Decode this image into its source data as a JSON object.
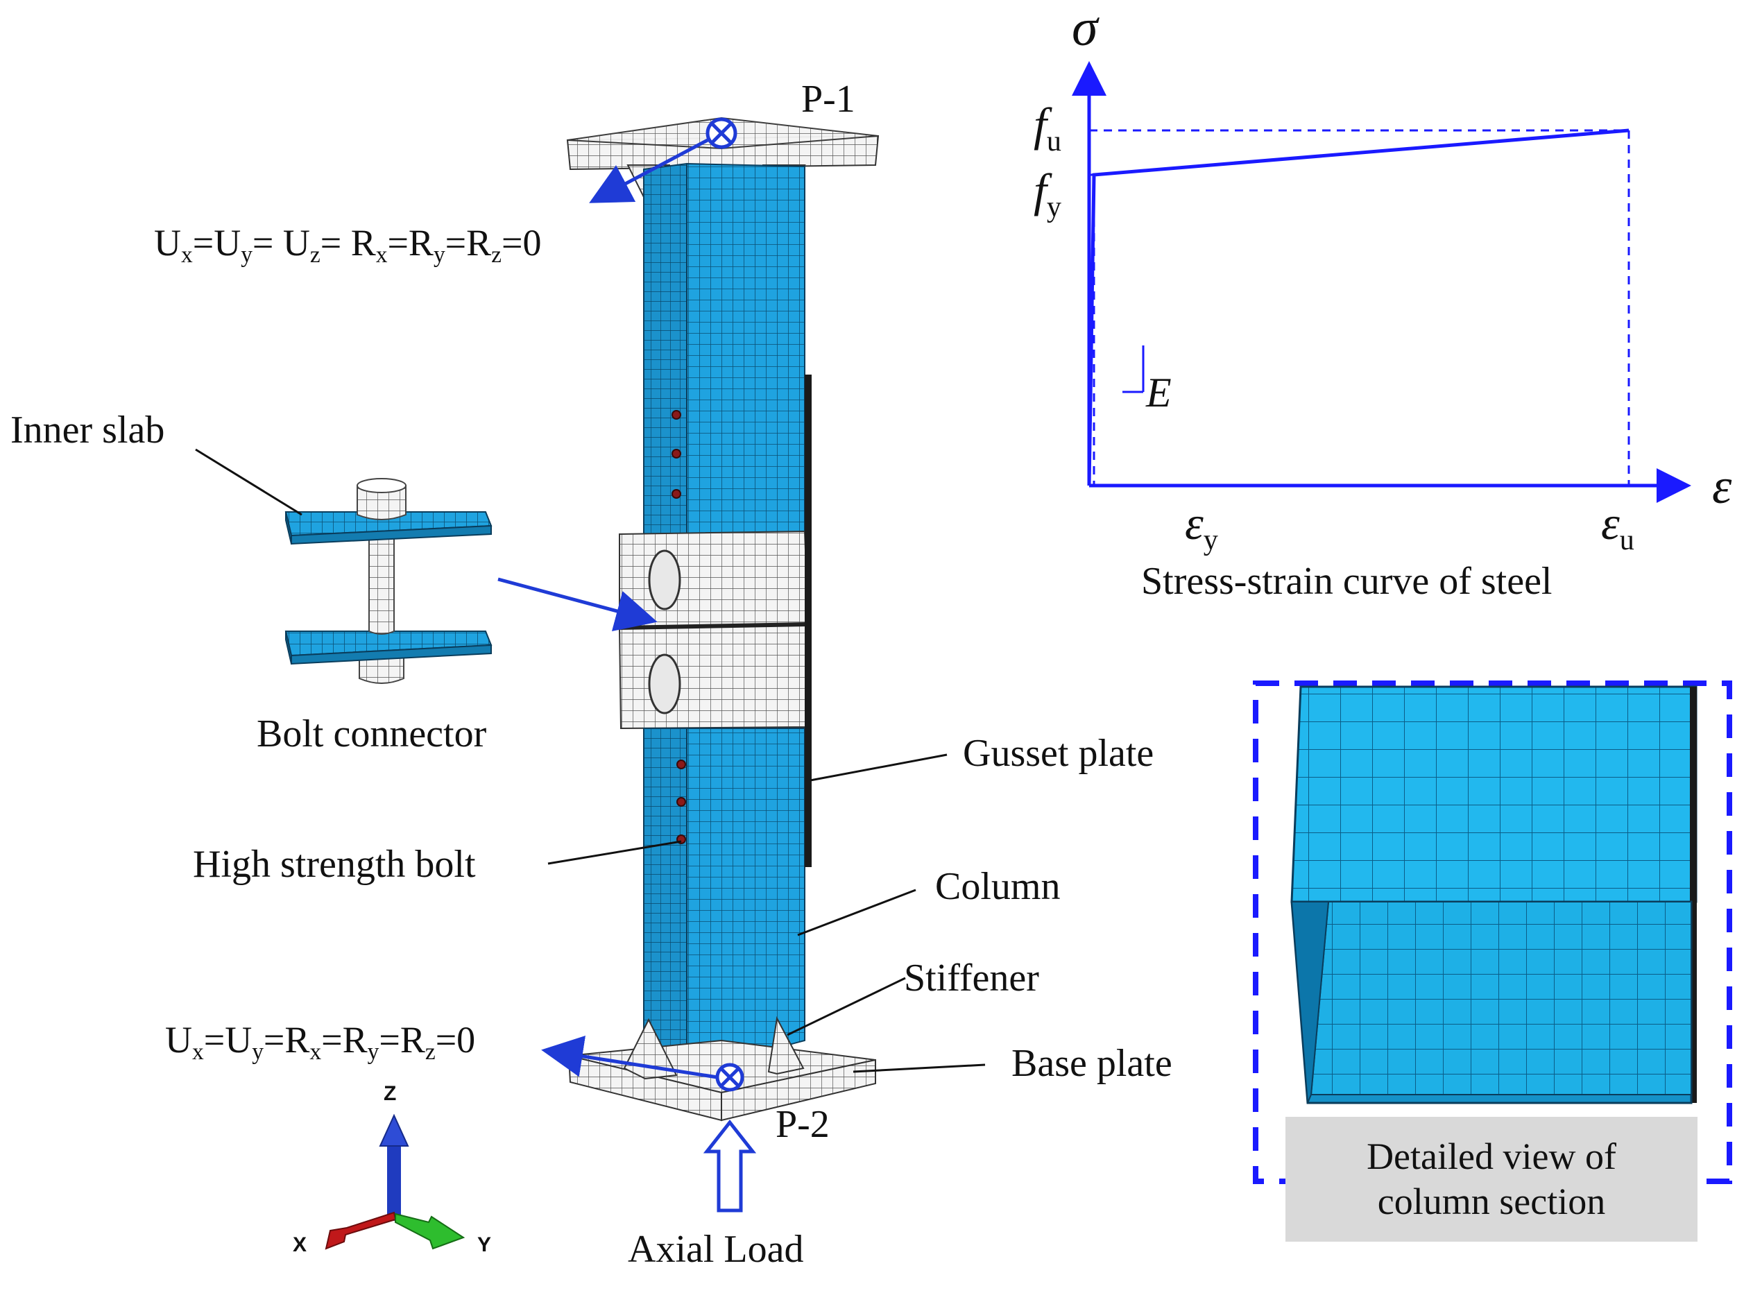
{
  "labels": {
    "p1": "P-1",
    "p2": "P-2",
    "inner_slab": "Inner slab",
    "bolt_connector": "Bolt connector",
    "high_strength_bolt": "High strength bolt",
    "gusset_plate": "Gusset plate",
    "column": "Column",
    "stiffener": "Stiffener",
    "base_plate": "Base plate",
    "axial_load": "Axial Load"
  },
  "boundary_conditions": {
    "top": "Ux=Uy= Uz= Rx=Ry=Rz=0",
    "bottom": "Ux=Uy=Rx=Ry=Rz=0"
  },
  "triad": {
    "z": "Z",
    "x": "X",
    "y": "Y"
  },
  "chart_data": {
    "type": "line",
    "title": "Stress-strain curve of steel",
    "ylabel": "σ",
    "xlabel": "ε",
    "x_ticks": [
      "εy",
      "εu"
    ],
    "y_ticks": [
      "fu",
      "fy"
    ],
    "annotation": "E",
    "series": [
      {
        "points": [
          {
            "x": "0",
            "y": "0"
          },
          {
            "x": "εy",
            "y": "fy"
          },
          {
            "x": "εu",
            "y": "fu"
          }
        ]
      }
    ]
  },
  "detail_caption": {
    "line1": "Detailed view of",
    "line2": "column section"
  },
  "colors": {
    "mesh_blue": "#1fa3e0",
    "mesh_dark": "#0d5f8a",
    "steel_white": "#f2f2f2",
    "curve_blue": "#1a1aff",
    "arrow_blue": "#1f3bd6",
    "triad_z": "#1f3bbf",
    "triad_x": "#c0181a",
    "triad_y": "#2ebd2e",
    "caption_bg": "#d9d9d9"
  }
}
